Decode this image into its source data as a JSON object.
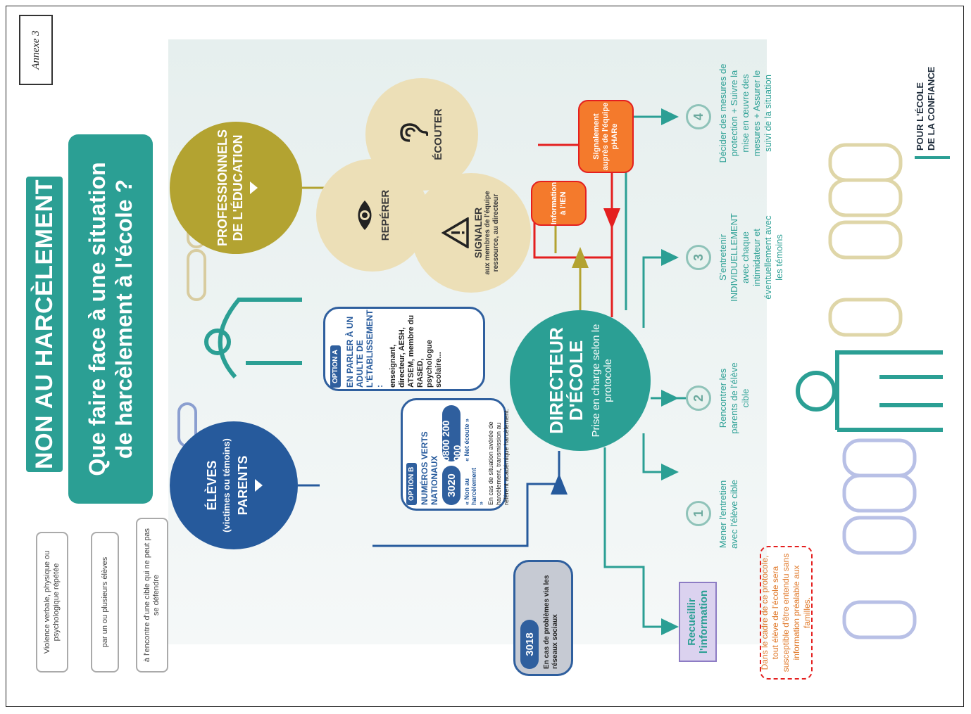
{
  "annex": "Annexe 3",
  "header": {
    "title": "NON AU HARCÈLEMENT",
    "question_l1": "Que faire face à une situation",
    "question_l2": "de harcèlement à l'école ?"
  },
  "definitions": [
    "Violence verbale, physique ou psychologique répétée",
    "par un ou plusieurs élèves",
    "à l'encontre d'une cible qui ne peut pas se défendre"
  ],
  "eleves_circle": {
    "line1": "ÉLÈVES",
    "line2": "(victimes ou témoins)",
    "line3": "PARENTS"
  },
  "profs_circle": {
    "line1": "PROFESSIONNELS",
    "line2": "DE L'ÉDUCATION"
  },
  "petals": {
    "reperer": "REPÉRER",
    "ecouter": "ÉCOUTER",
    "signaler": "SIGNALER",
    "signaler_detail": "aux membres de l'équipe ressource, au directeur"
  },
  "option_a": {
    "tag": "OPTION A",
    "heading": "EN PARLER À UN ADULTE DE L'ÉTABLISSEMENT :",
    "detail": "enseignant, directeur, AESH, ATSEM, membre du RASED, psychologue scolaire..."
  },
  "option_b": {
    "tag": "OPTION B",
    "heading": "NUMÉROS VERTS NATIONAUX",
    "num1": "3020",
    "num1_label": "« Non au harcèlement »",
    "num2": "0800 200 000",
    "num2_label": "« Net écoute »",
    "note": "En cas de situation avérée de harcèlement, transmission au référent académique harcèlement."
  },
  "reseaux": {
    "num": "3018",
    "label": "En cas de problèmes via les réseaux sociaux"
  },
  "director": {
    "line1": "DIRECTEUR",
    "line2": "D'ÉCOLE",
    "line3": "Prise en charge selon le protocole"
  },
  "red_boxes": {
    "ien": "Information à l'IEN",
    "phare": "Signalement auprès de l'équipe pHARe"
  },
  "recueillir": "Recueillir l'information",
  "steps": [
    {
      "num": "1",
      "text": "Mener l'entretien avec l'élève cible"
    },
    {
      "num": "2",
      "text": "Rencontrer les parents de l'élève cible"
    },
    {
      "num": "3",
      "text": "S'entretenir INDIVIDUELLEMENT avec chaque intimidateur et éventuellement avec les témoins"
    },
    {
      "num": "4",
      "text": "Décider des mesures de protection + Suivre la mise en œuvre des mesures + Assurer le suivi de la situation"
    }
  ],
  "protocol_note": "Dans le cadre de ce protocole, tout élève de l'école sera susceptible d'être entendu sans information préalable aux familles.",
  "brand": {
    "line1": "POUR L'ÉCOLE",
    "line2": "DE LA CONFIANCE"
  },
  "colors": {
    "teal": "#2b9f94",
    "navy": "#265a9c",
    "olive": "#b3a331",
    "orange": "#f47a2c",
    "red": "#e41f1f"
  }
}
